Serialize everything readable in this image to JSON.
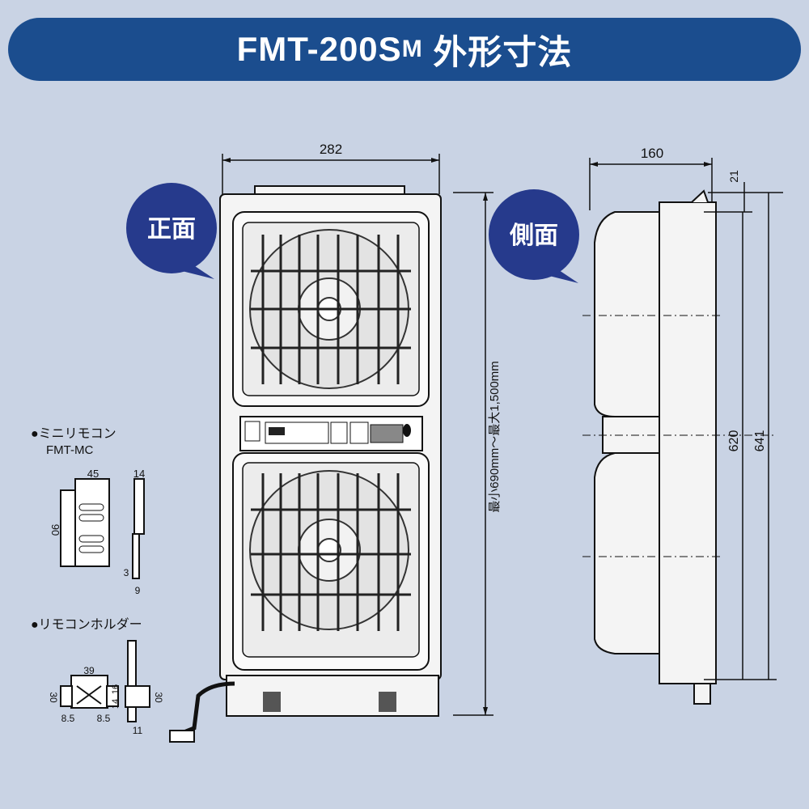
{
  "title": {
    "model_main": "FMT-200S",
    "model_suffix": "M",
    "subtitle": "外形寸法"
  },
  "front_view": {
    "label": "正面",
    "width_dim": "282",
    "height_range": "最小690mm～最大1,500mm"
  },
  "side_view": {
    "label": "側面",
    "depth_dim": "160",
    "top_offset_dim": "21",
    "body_height_dim": "620",
    "total_height_dim": "641"
  },
  "mini_remote": {
    "heading": "●ミニリモコン",
    "model": "FMT-MC",
    "dims": {
      "width": "45",
      "height": "90",
      "depth": "14",
      "bottom_step": "3",
      "bottom_width": "9"
    }
  },
  "remote_holder": {
    "heading": "●リモコンホルダー",
    "dims": {
      "width": "39",
      "left_height": "30",
      "right_height": "30",
      "inner_a": "14",
      "inner_b": "16",
      "left_margin": "8.5",
      "right_margin": "8.5",
      "depth": "11"
    }
  },
  "colors": {
    "banner": "#1b4d8e",
    "bubble": "#263a8c",
    "background": "#c9d3e4"
  }
}
